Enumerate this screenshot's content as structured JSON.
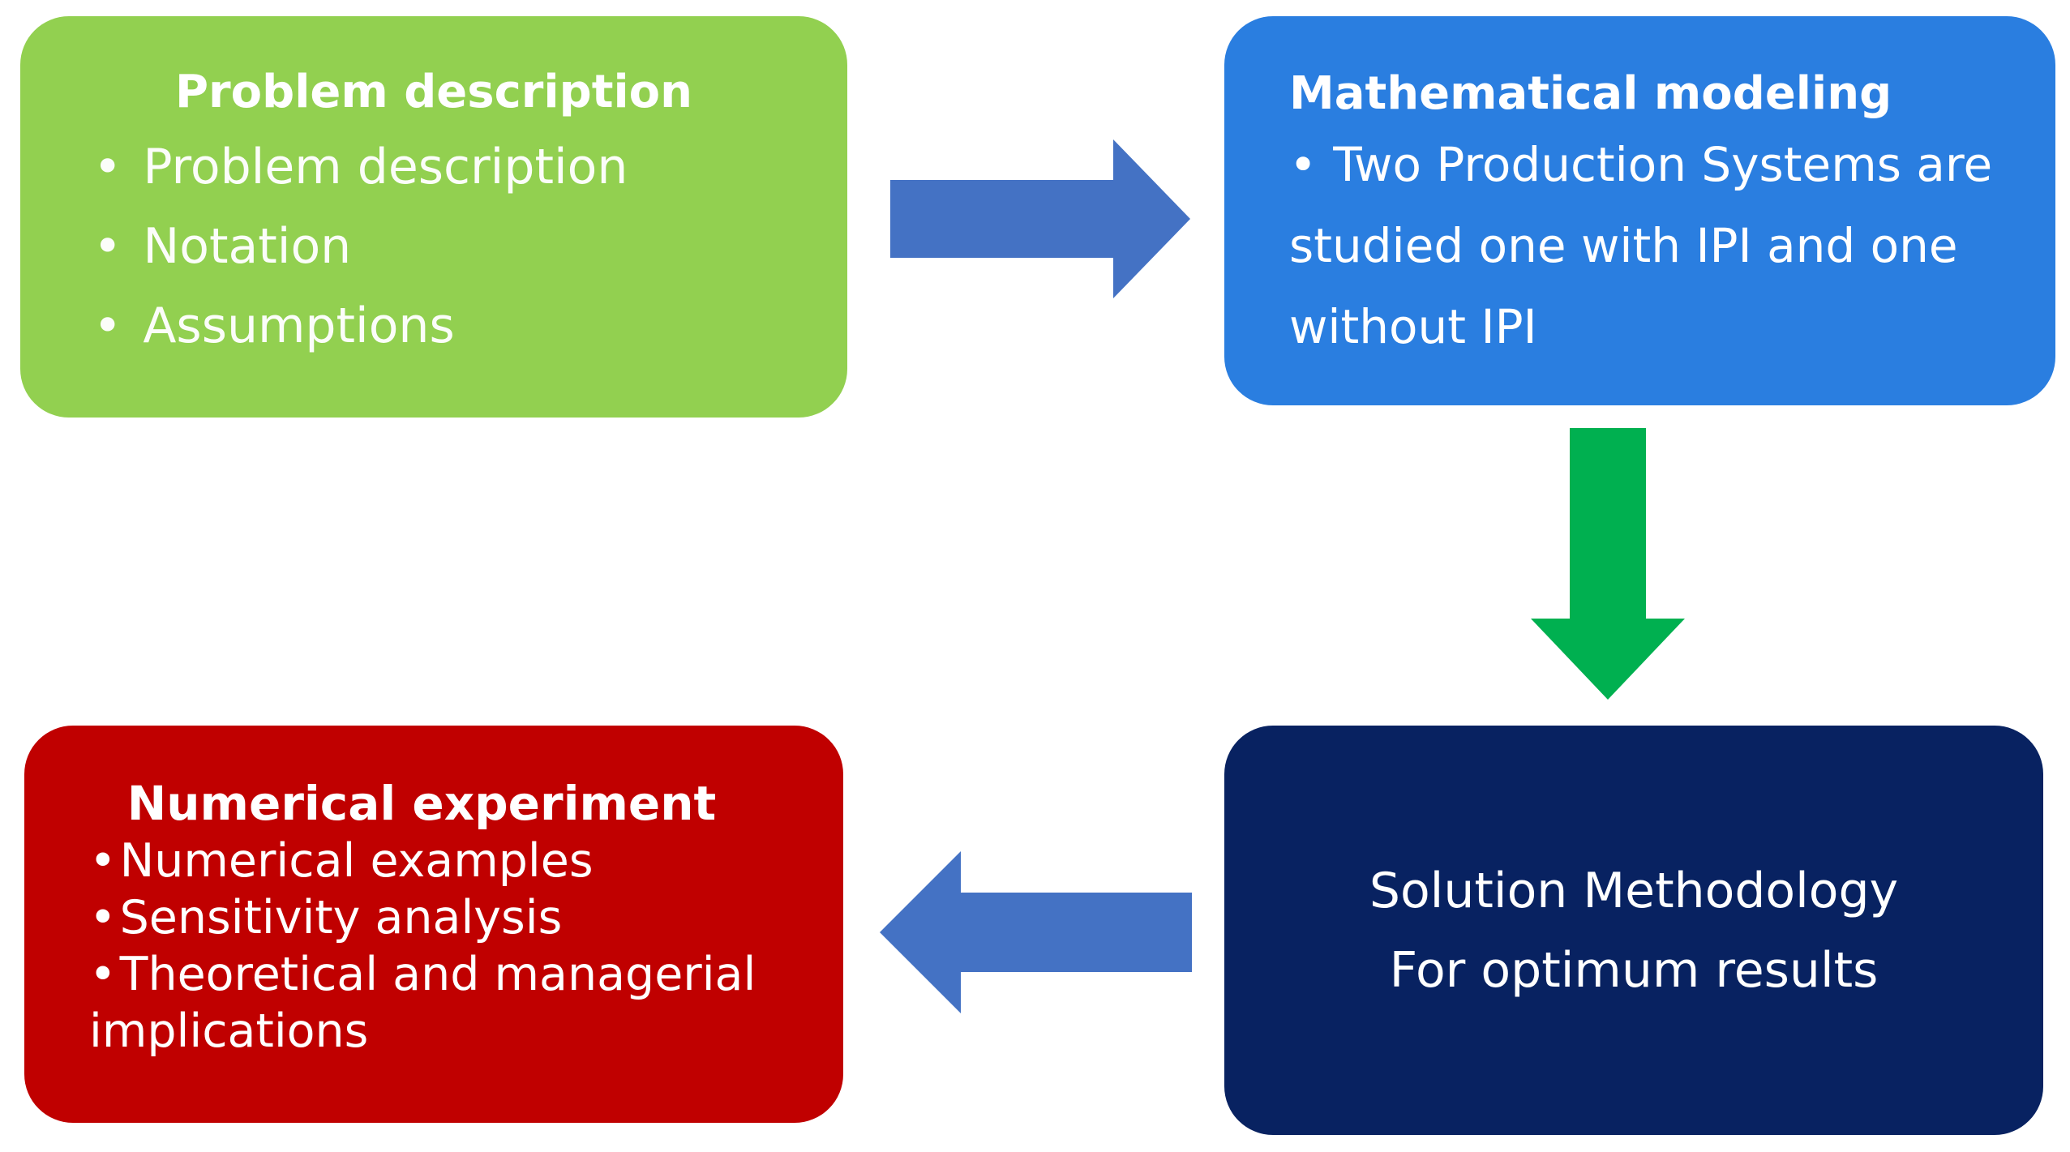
{
  "problem_box": {
    "title": "Problem description",
    "items": [
      "Problem description",
      "Notation",
      "Assumptions"
    ],
    "color": "#92d050"
  },
  "math_box": {
    "title": "Mathematical modeling",
    "description": "Two Production Systems are studied one with IPI and one without IPI",
    "color": "#2a7ee0"
  },
  "solution_box": {
    "line1": "Solution Methodology",
    "line2": "For optimum results",
    "color": "#082261"
  },
  "numerical_box": {
    "title": "Numerical experiment",
    "items": [
      "Numerical examples",
      "Sensitivity analysis",
      "Theoretical and managerial implications"
    ],
    "color": "#c00000"
  },
  "arrows": {
    "right_arrow_color": "#4472c4",
    "down_arrow_color": "#00b050",
    "left_arrow_color": "#4472c4"
  },
  "bullet_glyph": "•"
}
